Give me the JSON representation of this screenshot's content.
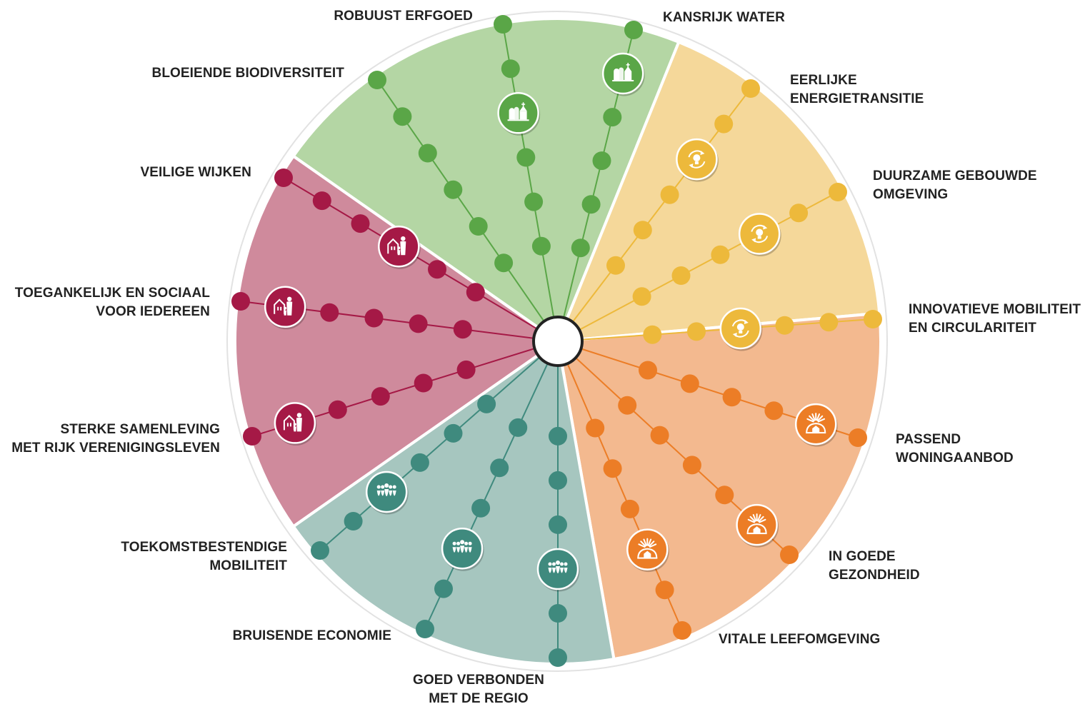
{
  "colors": {
    "green": {
      "fill": "#b4d6a4",
      "dot": "#5aa647"
    },
    "yellow": {
      "fill": "#f5d89a",
      "dot": "#edb93b"
    },
    "orange": {
      "fill": "#f3b98f",
      "dot": "#ec7d26"
    },
    "teal": {
      "fill": "#a6c6bf",
      "dot": "#3f8a7e"
    },
    "red": {
      "fill": "#cf8a9c",
      "dot": "#a51946"
    },
    "center": "#ffffff",
    "text": "#222222"
  },
  "sectors": [
    {
      "theme": "green",
      "icon": "village-church-icon",
      "spokes": [
        {
          "lines": [
            "BLOEIENDE BIODIVERSITEIT"
          ],
          "icon_step": 0
        },
        {
          "lines": [
            "ROBUUST ERFGOED"
          ],
          "icon_step": 2
        },
        {
          "lines": [
            "KANSRIJK WATER"
          ],
          "icon_step": 1
        }
      ]
    },
    {
      "theme": "yellow",
      "icon": "lightbulb-cycle-icon",
      "spokes": [
        {
          "lines": [
            "EERLIJKE",
            "ENERGIETRANSITIE"
          ],
          "icon_step": 2
        },
        {
          "lines": [
            "DUURZAME GEBOUWDE",
            "OMGEVING"
          ],
          "icon_step": 2
        },
        {
          "lines": [
            "INNOVATIEVE MOBILITEIT",
            "EN CIRCULARITEIT"
          ],
          "icon_step": 3
        }
      ]
    },
    {
      "theme": "orange",
      "icon": "sunrise-home-icon",
      "spokes": [
        {
          "lines": [
            "PASSEND",
            "WONINGAANBOD"
          ],
          "icon_step": 1
        },
        {
          "lines": [
            "IN GOEDE",
            "GEZONDHEID"
          ],
          "icon_step": 1
        },
        {
          "lines": [
            "VITALE LEEFOMGEVING"
          ],
          "icon_step": 2
        }
      ]
    },
    {
      "theme": "teal",
      "icon": "people-group-icon",
      "spokes": [
        {
          "lines": [
            "GOED VERBONDEN",
            "MET DE REGIO"
          ],
          "icon_step": 2
        },
        {
          "lines": [
            "BRUISENDE ECONOMIE"
          ],
          "icon_step": 2
        },
        {
          "lines": [
            "TOEKOMSTBESTENDIGE",
            "MOBILITEIT"
          ],
          "icon_step": 2
        }
      ]
    },
    {
      "theme": "red",
      "icon": "family-home-icon",
      "spokes": [
        {
          "lines": [
            "STERKE SAMENLEVING",
            "MET RIJK VERENIGINGSLEVEN"
          ],
          "icon_step": 1
        },
        {
          "lines": [
            "TOEGANKELIJK EN SOCIAAL",
            "VOOR IEDEREEN"
          ],
          "icon_step": 1
        },
        {
          "lines": [
            "VEILIGE WIJKEN"
          ],
          "icon_step": 3
        }
      ]
    }
  ]
}
